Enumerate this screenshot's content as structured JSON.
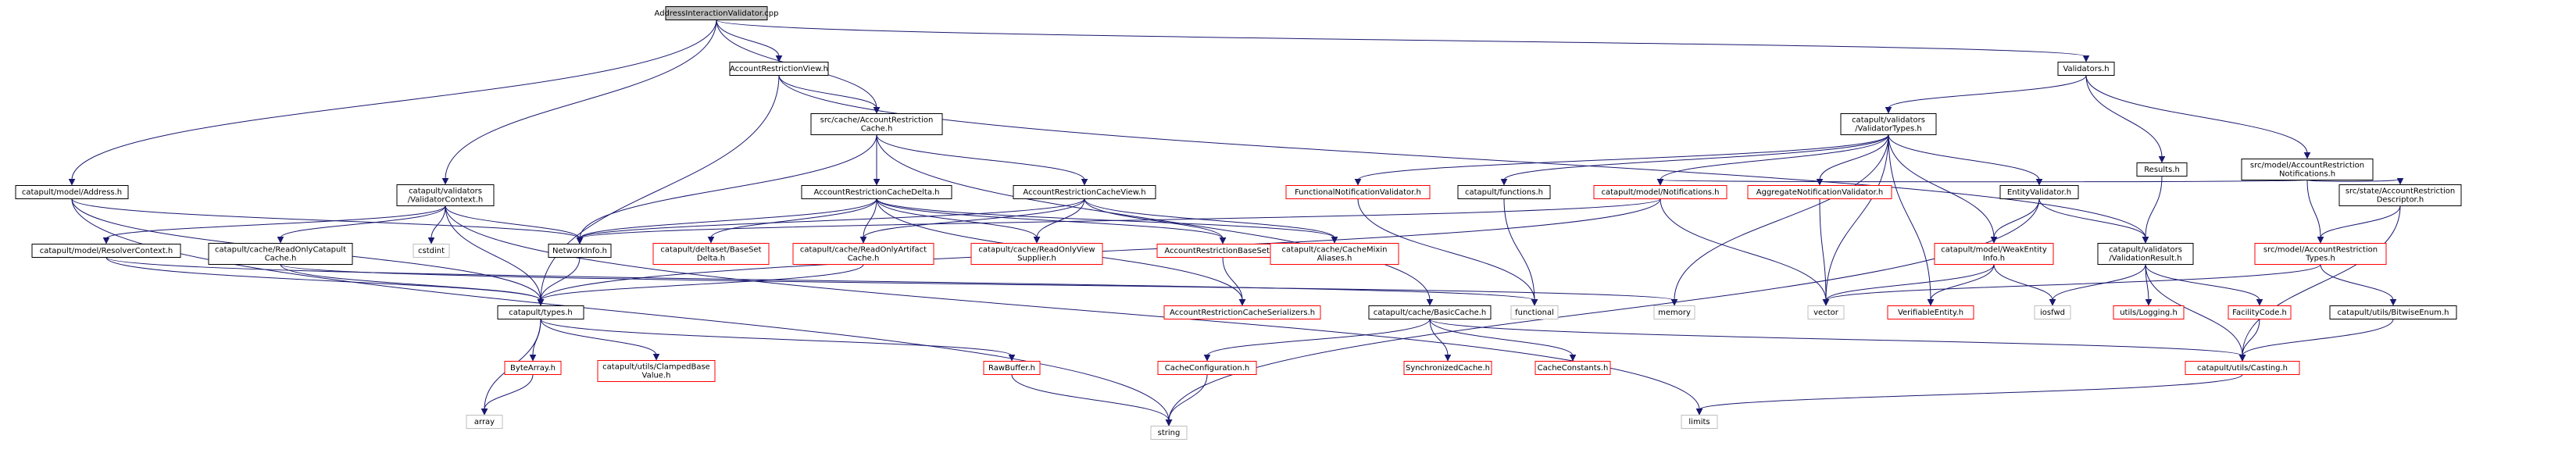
{
  "colors": {
    "edge": "#191970",
    "normal_border": "#000000",
    "missing_border": "#ff0000",
    "external_border": "#bfbfbf",
    "root_fill": "#bfbfbf",
    "text": "#000000"
  },
  "nodes": [
    {
      "id": "root",
      "lines": [
        "AddressInteractionValidator.cpp"
      ],
      "kind": "root"
    },
    {
      "id": "arview",
      "lines": [
        "AccountRestrictionView.h"
      ],
      "kind": "normal"
    },
    {
      "id": "validators_h",
      "lines": [
        "Validators.h"
      ],
      "kind": "normal"
    },
    {
      "id": "address_h",
      "lines": [
        "catapult/model/Address.h"
      ],
      "kind": "normal"
    },
    {
      "id": "validatorcontext",
      "lines": [
        "catapult/validators",
        "/ValidatorContext.h"
      ],
      "kind": "normal"
    },
    {
      "id": "arcache",
      "lines": [
        "src/cache/AccountRestriction",
        "Cache.h"
      ],
      "kind": "normal"
    },
    {
      "id": "validatortypes",
      "lines": [
        "catapult/validators",
        "/ValidatorTypes.h"
      ],
      "kind": "normal"
    },
    {
      "id": "results_h",
      "lines": [
        "Results.h"
      ],
      "kind": "normal"
    },
    {
      "id": "arnotifications",
      "lines": [
        "src/model/AccountRestriction",
        "Notifications.h"
      ],
      "kind": "normal"
    },
    {
      "id": "arcachedelta",
      "lines": [
        "AccountRestrictionCacheDelta.h"
      ],
      "kind": "normal"
    },
    {
      "id": "arcacheview",
      "lines": [
        "AccountRestrictionCacheView.h"
      ],
      "kind": "normal"
    },
    {
      "id": "functionalnv",
      "lines": [
        "FunctionalNotificationValidator.h"
      ],
      "kind": "missing"
    },
    {
      "id": "catfunctions",
      "lines": [
        "catapult/functions.h"
      ],
      "kind": "normal"
    },
    {
      "id": "modelnotifications",
      "lines": [
        "catapult/model/Notifications.h"
      ],
      "kind": "missing"
    },
    {
      "id": "aggregatenv",
      "lines": [
        "AggregateNotificationValidator.h"
      ],
      "kind": "missing"
    },
    {
      "id": "entityvalidator",
      "lines": [
        "EntityValidator.h"
      ],
      "kind": "normal"
    },
    {
      "id": "ardescriptor",
      "lines": [
        "src/state/AccountRestriction",
        "Descriptor.h"
      ],
      "kind": "normal"
    },
    {
      "id": "resolvercontext",
      "lines": [
        "catapult/model/ResolverContext.h"
      ],
      "kind": "normal"
    },
    {
      "id": "readonlycatapultcache",
      "lines": [
        "catapult/cache/ReadOnlyCatapult",
        "Cache.h"
      ],
      "kind": "normal"
    },
    {
      "id": "cstdint",
      "lines": [
        "cstdint"
      ],
      "kind": "external"
    },
    {
      "id": "networkinfo",
      "lines": [
        "NetworkInfo.h"
      ],
      "kind": "normal"
    },
    {
      "id": "basesetdelta",
      "lines": [
        "catapult/deltaset/BaseSet",
        "Delta.h"
      ],
      "kind": "missing"
    },
    {
      "id": "readonlyartifact",
      "lines": [
        "catapult/cache/ReadOnlyArtifact",
        "Cache.h"
      ],
      "kind": "missing"
    },
    {
      "id": "readonlyviewsupplier",
      "lines": [
        "catapult/cache/ReadOnlyView",
        "Supplier.h"
      ],
      "kind": "missing"
    },
    {
      "id": "arbasesets",
      "lines": [
        "AccountRestrictionBaseSets.h"
      ],
      "kind": "missing"
    },
    {
      "id": "cachemixinaliases",
      "lines": [
        "catapult/cache/CacheMixin",
        "Aliases.h"
      ],
      "kind": "missing"
    },
    {
      "id": "weakentityinfo",
      "lines": [
        "catapult/model/WeakEntity",
        "Info.h"
      ],
      "kind": "missing"
    },
    {
      "id": "validationresult",
      "lines": [
        "catapult/validators",
        "/ValidationResult.h"
      ],
      "kind": "normal"
    },
    {
      "id": "artypes",
      "lines": [
        "src/model/AccountRestriction",
        "Types.h"
      ],
      "kind": "missing"
    },
    {
      "id": "functional",
      "lines": [
        "functional"
      ],
      "kind": "external"
    },
    {
      "id": "memory",
      "lines": [
        "memory"
      ],
      "kind": "external"
    },
    {
      "id": "vector",
      "lines": [
        "vector"
      ],
      "kind": "external"
    },
    {
      "id": "verifiableentity",
      "lines": [
        "VerifiableEntity.h"
      ],
      "kind": "missing"
    },
    {
      "id": "iosfwd",
      "lines": [
        "iosfwd"
      ],
      "kind": "external"
    },
    {
      "id": "logging",
      "lines": [
        "utils/Logging.h"
      ],
      "kind": "missing"
    },
    {
      "id": "facilitycode",
      "lines": [
        "FacilityCode.h"
      ],
      "kind": "missing"
    },
    {
      "id": "bitwiseenum",
      "lines": [
        "catapult/utils/BitwiseEnum.h"
      ],
      "kind": "normal"
    },
    {
      "id": "types_h",
      "lines": [
        "catapult/types.h"
      ],
      "kind": "normal"
    },
    {
      "id": "arcacheserializers",
      "lines": [
        "AccountRestrictionCacheSerializers.h"
      ],
      "kind": "missing"
    },
    {
      "id": "basiccache",
      "lines": [
        "catapult/cache/BasicCache.h"
      ],
      "kind": "normal"
    },
    {
      "id": "bytearray",
      "lines": [
        "ByteArray.h"
      ],
      "kind": "missing"
    },
    {
      "id": "clampedbasevalue",
      "lines": [
        "catapult/utils/ClampedBase",
        "Value.h"
      ],
      "kind": "missing"
    },
    {
      "id": "rawbuffer",
      "lines": [
        "RawBuffer.h"
      ],
      "kind": "missing"
    },
    {
      "id": "cacheconfiguration",
      "lines": [
        "CacheConfiguration.h"
      ],
      "kind": "missing"
    },
    {
      "id": "synchronizedcache",
      "lines": [
        "SynchronizedCache.h"
      ],
      "kind": "missing"
    },
    {
      "id": "cacheconstants",
      "lines": [
        "CacheConstants.h"
      ],
      "kind": "missing"
    },
    {
      "id": "casting",
      "lines": [
        "catapult/utils/Casting.h"
      ],
      "kind": "missing"
    },
    {
      "id": "array",
      "lines": [
        "array"
      ],
      "kind": "external"
    },
    {
      "id": "string",
      "lines": [
        "string"
      ],
      "kind": "external"
    },
    {
      "id": "limits",
      "lines": [
        "limits"
      ],
      "kind": "external"
    }
  ],
  "edges": [
    [
      "root",
      "arview"
    ],
    [
      "root",
      "validators_h"
    ],
    [
      "root",
      "address_h"
    ],
    [
      "root",
      "validatorcontext"
    ],
    [
      "root",
      "arcache"
    ],
    [
      "arview",
      "arcache"
    ],
    [
      "arview",
      "types_h"
    ],
    [
      "arview",
      "validationresult"
    ],
    [
      "validators_h",
      "validatortypes"
    ],
    [
      "validators_h",
      "results_h"
    ],
    [
      "validators_h",
      "arnotifications"
    ],
    [
      "address_h",
      "networkinfo"
    ],
    [
      "address_h",
      "types_h"
    ],
    [
      "address_h",
      "string"
    ],
    [
      "validatorcontext",
      "resolvercontext"
    ],
    [
      "validatorcontext",
      "readonlycatapultcache"
    ],
    [
      "validatorcontext",
      "cstdint"
    ],
    [
      "validatorcontext",
      "networkinfo"
    ],
    [
      "validatorcontext",
      "types_h"
    ],
    [
      "validatorcontext",
      "limits"
    ],
    [
      "arcache",
      "arcachedelta"
    ],
    [
      "arcache",
      "arcacheview"
    ],
    [
      "arcache",
      "networkinfo"
    ],
    [
      "arcache",
      "basiccache"
    ],
    [
      "validatortypes",
      "functionalnv"
    ],
    [
      "validatortypes",
      "catfunctions"
    ],
    [
      "validatortypes",
      "modelnotifications"
    ],
    [
      "validatortypes",
      "aggregatenv"
    ],
    [
      "validatortypes",
      "entityvalidator"
    ],
    [
      "validatortypes",
      "weakentityinfo"
    ],
    [
      "validatortypes",
      "verifiableentity"
    ],
    [
      "validatortypes",
      "vector"
    ],
    [
      "validatortypes",
      "memory"
    ],
    [
      "results_h",
      "validationresult"
    ],
    [
      "arnotifications",
      "modelnotifications"
    ],
    [
      "arnotifications",
      "ardescriptor"
    ],
    [
      "arnotifications",
      "artypes"
    ],
    [
      "arcachedelta",
      "networkinfo"
    ],
    [
      "arcachedelta",
      "basesetdelta"
    ],
    [
      "arcachedelta",
      "readonlyartifact"
    ],
    [
      "arcachedelta",
      "readonlyviewsupplier"
    ],
    [
      "arcachedelta",
      "arbasesets"
    ],
    [
      "arcachedelta",
      "cachemixinaliases"
    ],
    [
      "arcachedelta",
      "arcacheserializers"
    ],
    [
      "arcacheview",
      "networkinfo"
    ],
    [
      "arcacheview",
      "readonlyartifact"
    ],
    [
      "arcacheview",
      "readonlyviewsupplier"
    ],
    [
      "arcacheview",
      "arbasesets"
    ],
    [
      "arcacheview",
      "cachemixinaliases"
    ],
    [
      "functionalnv",
      "functional"
    ],
    [
      "catfunctions",
      "functional"
    ],
    [
      "modelnotifications",
      "types_h"
    ],
    [
      "modelnotifications",
      "networkinfo"
    ],
    [
      "modelnotifications",
      "vector"
    ],
    [
      "aggregatenv",
      "vector"
    ],
    [
      "entityvalidator",
      "weakentityinfo"
    ],
    [
      "entityvalidator",
      "validationresult"
    ],
    [
      "entityvalidator",
      "string"
    ],
    [
      "ardescriptor",
      "artypes"
    ],
    [
      "ardescriptor",
      "casting"
    ],
    [
      "resolvercontext",
      "types_h"
    ],
    [
      "resolvercontext",
      "functional"
    ],
    [
      "readonlycatapultcache",
      "types_h"
    ],
    [
      "readonlycatapultcache",
      "memory"
    ],
    [
      "networkinfo",
      "types_h"
    ],
    [
      "readonlyartifact",
      "types_h"
    ],
    [
      "arbasesets",
      "arcacheserializers"
    ],
    [
      "weakentityinfo",
      "verifiableentity"
    ],
    [
      "weakentityinfo",
      "iosfwd"
    ],
    [
      "weakentityinfo",
      "vector"
    ],
    [
      "validationresult",
      "logging"
    ],
    [
      "validationresult",
      "facilitycode"
    ],
    [
      "validationresult",
      "casting"
    ],
    [
      "validationresult",
      "iosfwd"
    ],
    [
      "artypes",
      "bitwiseenum"
    ],
    [
      "artypes",
      "vector"
    ],
    [
      "facilitycode",
      "casting"
    ],
    [
      "bitwiseenum",
      "casting"
    ],
    [
      "types_h",
      "bytearray"
    ],
    [
      "types_h",
      "clampedbasevalue"
    ],
    [
      "types_h",
      "rawbuffer"
    ],
    [
      "types_h",
      "array"
    ],
    [
      "basiccache",
      "cacheconfiguration"
    ],
    [
      "basiccache",
      "synchronizedcache"
    ],
    [
      "basiccache",
      "cacheconstants"
    ],
    [
      "basiccache",
      "casting"
    ],
    [
      "bytearray",
      "array"
    ],
    [
      "rawbuffer",
      "string"
    ],
    [
      "cacheconfiguration",
      "string"
    ],
    [
      "casting",
      "limits"
    ]
  ]
}
